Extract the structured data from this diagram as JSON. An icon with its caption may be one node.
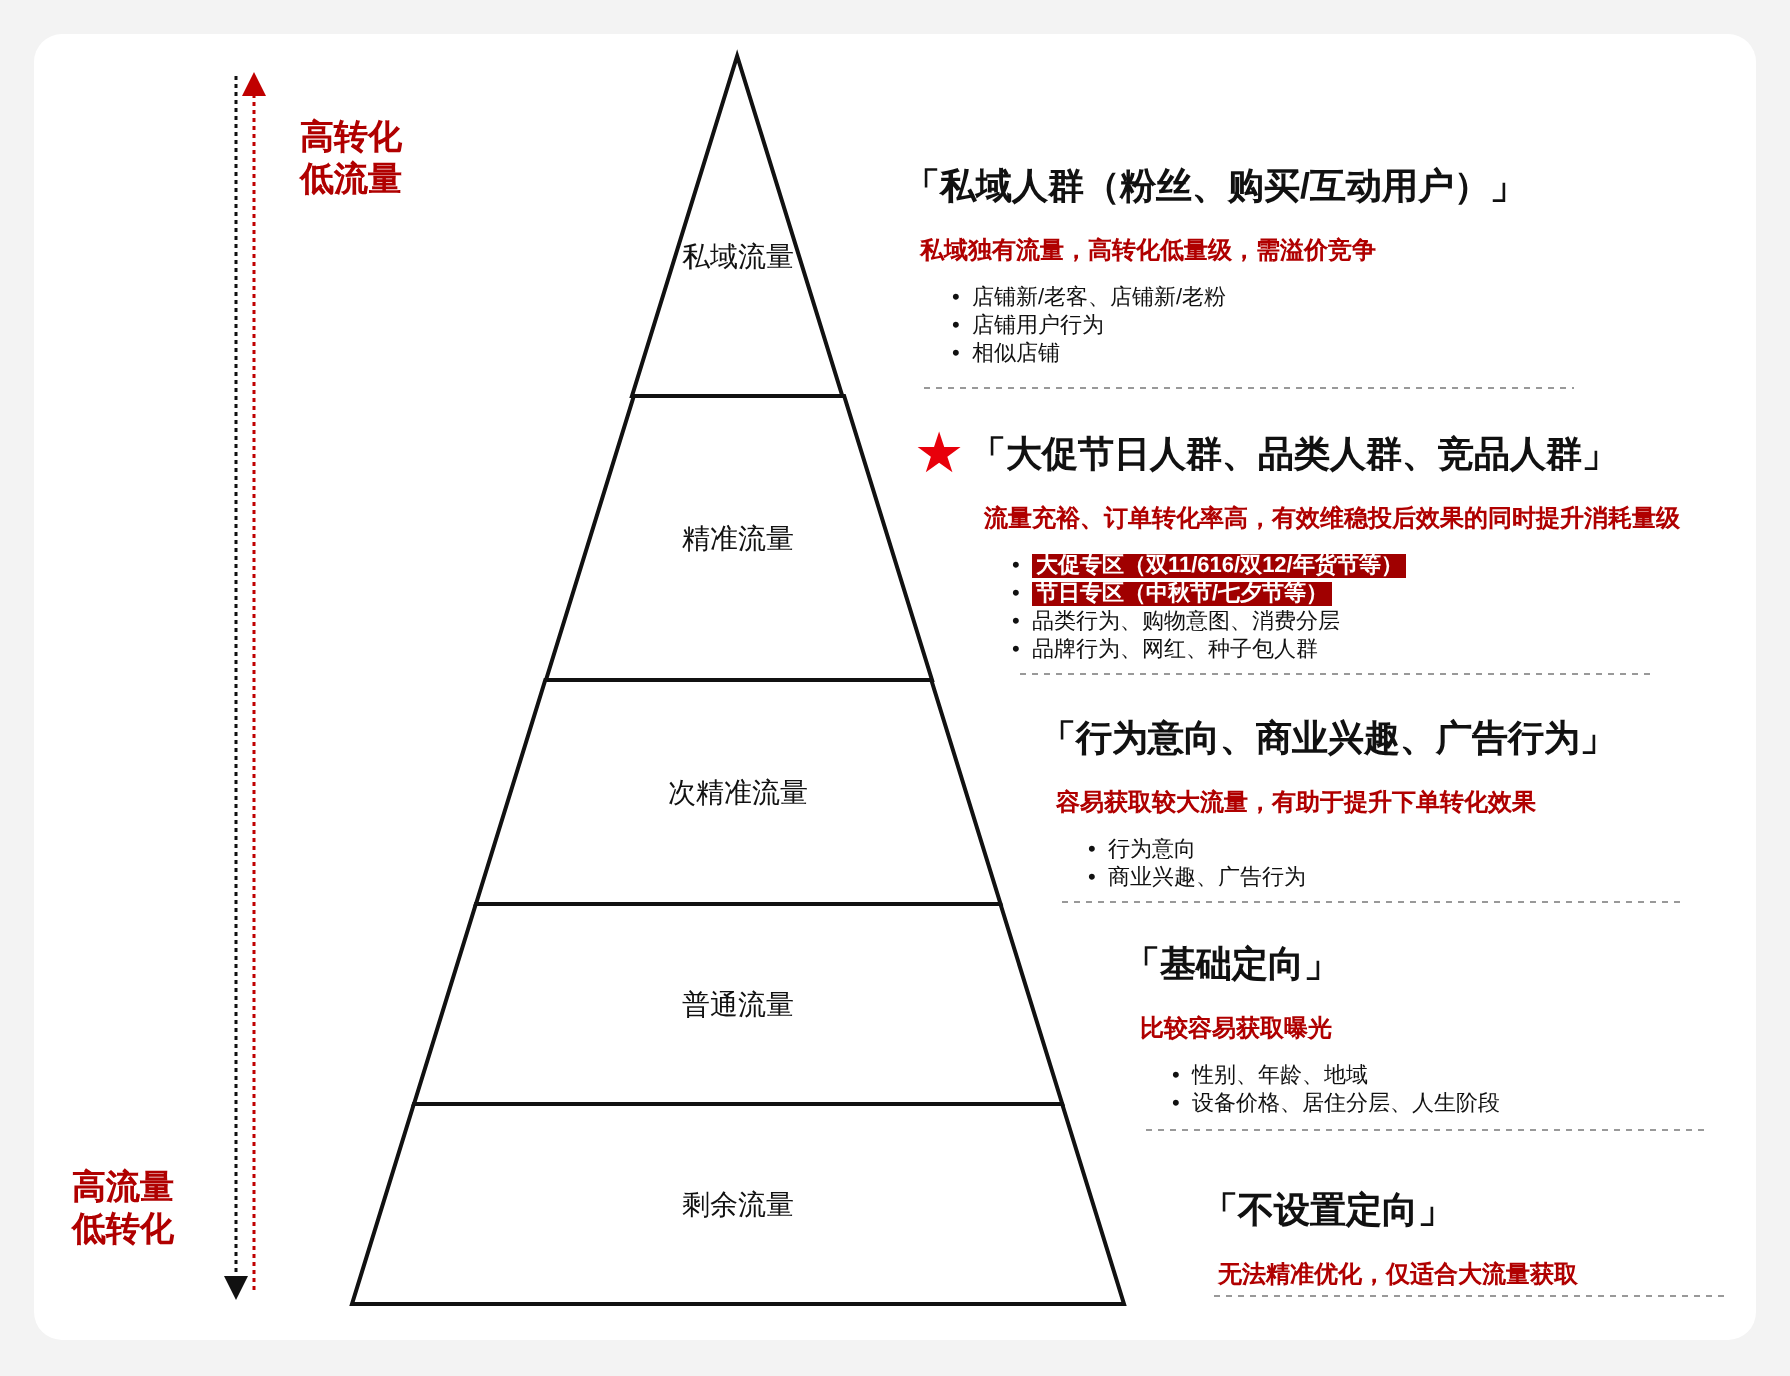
{
  "diagram": {
    "nodes": [
      {
        "text": [
          "私域流量"
        ],
        "beside": [
          "「私域人群（粉丝、购买/互动用户）」",
          "私域独有流量，高转化低量级，需溢价竞争",
          "•  店铺新/老客、店铺新/老粉",
          "•  店铺用户行为",
          "•  相似店铺"
        ]
      },
      {
        "text": [
          "精准流量"
        ],
        "beside": [
          "「大促节日人群、品类人群、竞品人群」",
          "流量充裕、订单转化率高，有效维稳投后效果的同时提升消耗量级",
          "•  **大促专区（双11/616/双12/年货节等）**",
          "•  **节日专区（中秋节/七夕节等）**",
          "•  品类行为、购物意图、消费分层",
          "•  品牌行为、网红、种子包人群"
        ]
      },
      {
        "text": [
          "次精准流量"
        ],
        "beside": [
          "「行为意向、商业兴趣、广告行为」",
          "容易获取较大流量，有助于提升下单转化效果",
          "•  行为意向",
          "•  商业兴趣、广告行为"
        ]
      },
      {
        "text": [
          "普通流量"
        ],
        "beside": [
          "「基础定向」",
          "比较容易获取曝光",
          "•  性别、年龄、地域",
          "•  设备价格、居住分层、人生阶段"
        ]
      },
      {
        "text": [
          "剩余流量"
        ],
        "beside": [
          "「不设置定向」",
          "无法精准优化，仅适合大流量获取"
        ]
      }
    ],
    "labels": [
      "高转化低流量",
      "★",
      "高流量低转化"
    ]
  }
}
